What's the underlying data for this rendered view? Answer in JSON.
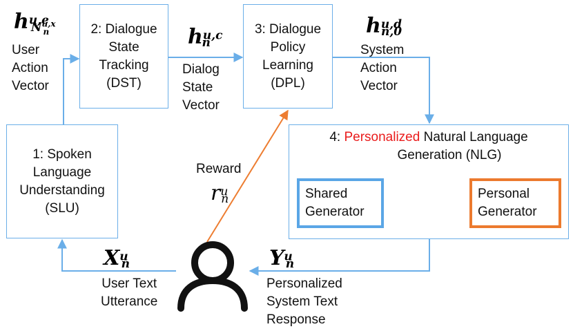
{
  "boxes": {
    "slu": [
      "1: Spoken",
      "Language",
      "Understanding",
      "(SLU)"
    ],
    "dst": [
      "2: Dialogue",
      "State",
      "Tracking",
      "(DST)"
    ],
    "dpl": [
      "3: Dialogue",
      "Policy",
      "Learning",
      "(DPL)"
    ],
    "nlg": {
      "num": "4: ",
      "highlight": "Personalized",
      "rest": " Natural Language",
      "line2": "Generation (NLG)"
    }
  },
  "generators": {
    "shared": [
      "Shared",
      "Generator"
    ],
    "personal": [
      "Personal",
      "Generator"
    ]
  },
  "labels": {
    "user_action": [
      "User",
      "Action",
      "Vector"
    ],
    "dialog_state": [
      "Dialog",
      "State",
      "Vector"
    ],
    "system_action": [
      "System",
      "Action",
      "Vector"
    ],
    "reward": "Reward",
    "user_text": [
      "User Text",
      "Utterance"
    ],
    "system_text": [
      "Personalized",
      "System Text",
      "Response"
    ]
  },
  "math": {
    "h_ue": {
      "base": "h",
      "sup": "u,e",
      "sub": "N",
      "subsub": "u,x",
      "subsubn": "n"
    },
    "h_uc": {
      "base": "h",
      "sup": "u,c",
      "sub": "n"
    },
    "h_ud": {
      "base": "h",
      "sup": "u,d",
      "sub": "n,0"
    },
    "r": {
      "base": "r",
      "sup": "u",
      "sub": "n"
    },
    "x": {
      "base": "X",
      "sup": "u",
      "sub": "n"
    },
    "y": {
      "base": "Y",
      "sup": "u",
      "sub": "n"
    }
  },
  "colors": {
    "flow": "#6aaee8",
    "reward": "#ed7d31",
    "shared": "#5aa6e6",
    "personal": "#ec7a2e",
    "highlight": "#ea1c1c"
  },
  "icons": [
    "user-icon",
    "cycle-arrows-icon"
  ]
}
